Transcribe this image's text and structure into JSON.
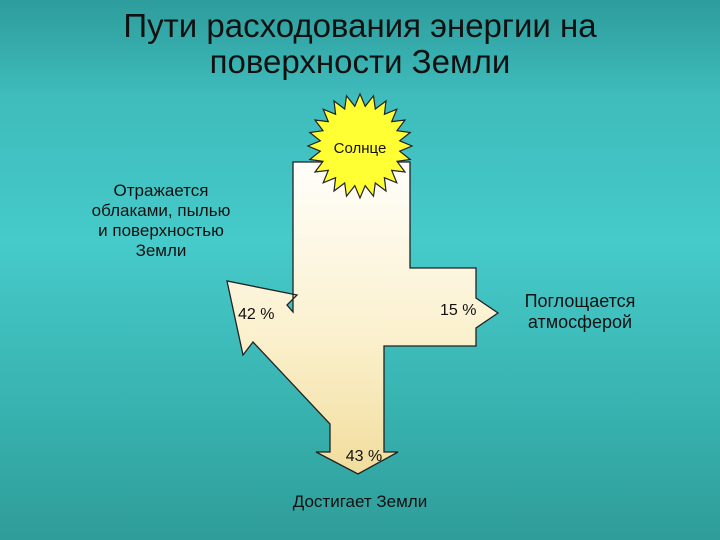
{
  "title": "Пути расходования энергии на поверхности Земли",
  "sun": {
    "label": "Солнце"
  },
  "flows": {
    "reflected": {
      "label": "Отражается облаками, пылью и поверхностью Земли",
      "percent": "42 %"
    },
    "absorbed": {
      "label": "Поглощается атмосферой",
      "percent": "15 %"
    },
    "reaches": {
      "label": "Достигает Земли",
      "percent": "43 %"
    }
  },
  "colors": {
    "sun_fill": "#ffff33",
    "arrow_light": "#fffdf3",
    "arrow_dark": "#f3e3a8",
    "outline": "#222222"
  }
}
